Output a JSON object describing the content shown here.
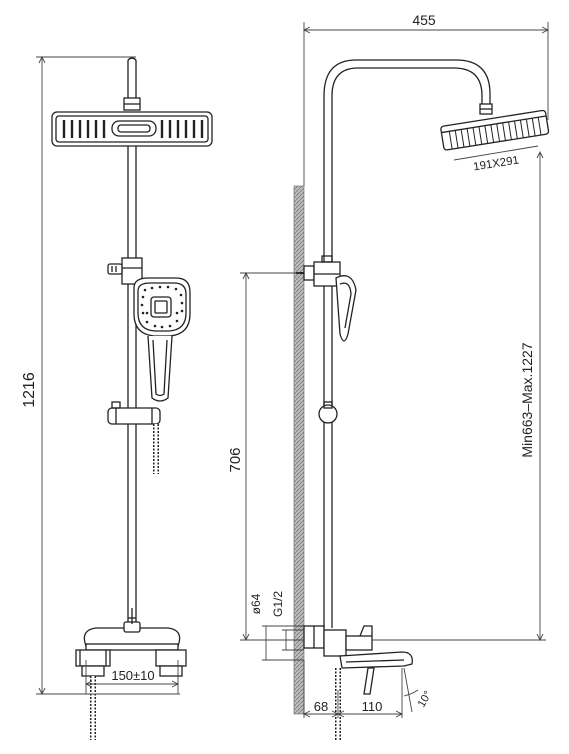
{
  "dimensions": {
    "total_height": "1216",
    "top_width": "455",
    "head_size": "191X291",
    "adjust_range": "Min663–Max.1227",
    "bracket_height": "706",
    "pipe_diameter": "ø64",
    "thread": "G1/2",
    "centers": "150±10",
    "wall_offset": "68",
    "spout_length": "110",
    "spout_angle": "10°"
  }
}
